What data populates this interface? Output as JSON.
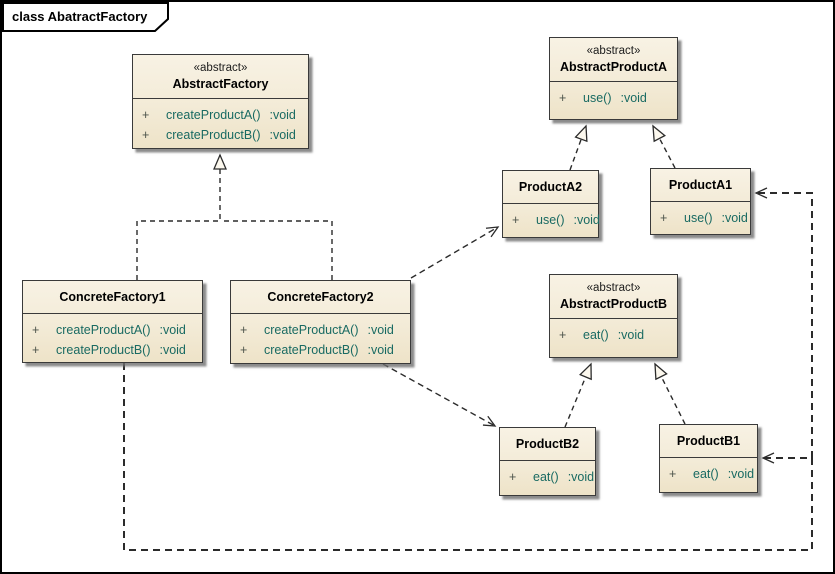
{
  "frame": {
    "title": "class AbatractFactory"
  },
  "colors": {
    "box_fill_top": "#f8f2e4",
    "box_fill_bottom": "#eee3c8",
    "box_border": "#3a3a3a",
    "connector": "#2b2b2b",
    "operation_text": "#196a62",
    "frame_border": "#000000",
    "background": "#ffffff"
  },
  "classes": [
    {
      "id": "AbstractFactory",
      "stereotype": "«abstract»",
      "name": "AbstractFactory",
      "methods": [
        {
          "vis": "+",
          "sig": "createProductA()",
          "ret": ":void"
        },
        {
          "vis": "+",
          "sig": "createProductB()",
          "ret": ":void"
        }
      ]
    },
    {
      "id": "AbstractProductA",
      "stereotype": "«abstract»",
      "name": "AbstractProductA",
      "methods": [
        {
          "vis": "+",
          "sig": "use()",
          "ret": ":void"
        }
      ]
    },
    {
      "id": "ProductA2",
      "stereotype": "",
      "name": "ProductA2",
      "methods": [
        {
          "vis": "+",
          "sig": "use()",
          "ret": ":void"
        }
      ]
    },
    {
      "id": "ProductA1",
      "stereotype": "",
      "name": "ProductA1",
      "methods": [
        {
          "vis": "+",
          "sig": "use()",
          "ret": ":void"
        }
      ]
    },
    {
      "id": "ConcreteFactory1",
      "stereotype": "",
      "name": "ConcreteFactory1",
      "methods": [
        {
          "vis": "+",
          "sig": "createProductA()",
          "ret": ":void"
        },
        {
          "vis": "+",
          "sig": "createProductB()",
          "ret": ":void"
        }
      ]
    },
    {
      "id": "ConcreteFactory2",
      "stereotype": "",
      "name": "ConcreteFactory2",
      "methods": [
        {
          "vis": "+",
          "sig": "createProductA()",
          "ret": ":void"
        },
        {
          "vis": "+",
          "sig": "createProductB()",
          "ret": ":void"
        }
      ]
    },
    {
      "id": "AbstractProductB",
      "stereotype": "«abstract»",
      "name": "AbstractProductB",
      "methods": [
        {
          "vis": "+",
          "sig": "eat()",
          "ret": ":void"
        }
      ]
    },
    {
      "id": "ProductB2",
      "stereotype": "",
      "name": "ProductB2",
      "methods": [
        {
          "vis": "+",
          "sig": "eat()",
          "ret": ":void"
        }
      ]
    },
    {
      "id": "ProductB1",
      "stereotype": "",
      "name": "ProductB1",
      "methods": [
        {
          "vis": "+",
          "sig": "eat()",
          "ret": ":void"
        }
      ]
    }
  ],
  "relationships": [
    {
      "type": "realization",
      "from": "ConcreteFactory1",
      "to": "AbstractFactory"
    },
    {
      "type": "realization",
      "from": "ConcreteFactory2",
      "to": "AbstractFactory"
    },
    {
      "type": "realization",
      "from": "ProductA2",
      "to": "AbstractProductA"
    },
    {
      "type": "realization",
      "from": "ProductA1",
      "to": "AbstractProductA"
    },
    {
      "type": "realization",
      "from": "ProductB2",
      "to": "AbstractProductB"
    },
    {
      "type": "realization",
      "from": "ProductB1",
      "to": "AbstractProductB"
    },
    {
      "type": "dependency",
      "from": "ConcreteFactory2",
      "to": "ProductA2"
    },
    {
      "type": "dependency",
      "from": "ConcreteFactory2",
      "to": "ProductB2"
    },
    {
      "type": "dependency",
      "from": "ConcreteFactory1",
      "to": "ProductA1"
    },
    {
      "type": "dependency",
      "from": "ConcreteFactory1",
      "to": "ProductB1"
    }
  ]
}
